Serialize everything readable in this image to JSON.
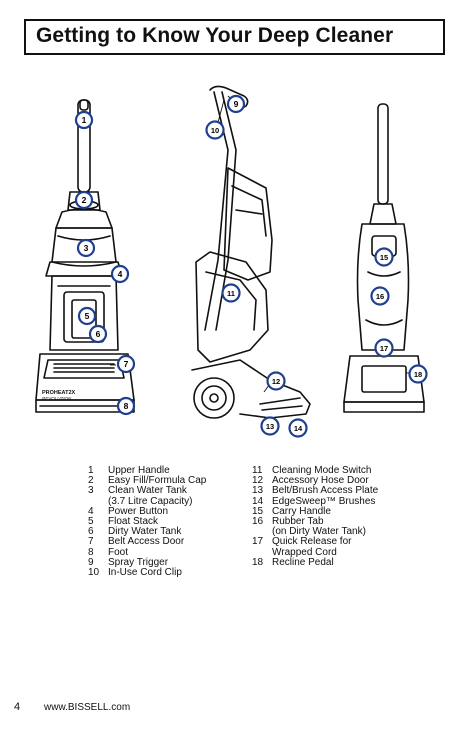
{
  "title": "Getting to Know Your Deep Cleaner",
  "legend_left": [
    {
      "n": "1",
      "t": "Upper Handle"
    },
    {
      "n": "2",
      "t": "Easy Fill/Formula Cap"
    },
    {
      "n": "3",
      "t": "Clean Water Tank"
    },
    {
      "n": "",
      "t": "(3.7 Litre Capacity)"
    },
    {
      "n": "4",
      "t": "Power Button"
    },
    {
      "n": "5",
      "t": "Float Stack"
    },
    {
      "n": "6",
      "t": "Dirty Water Tank"
    },
    {
      "n": "7",
      "t": "Belt Access Door"
    },
    {
      "n": "8",
      "t": "Foot"
    },
    {
      "n": "9",
      "t": "Spray Trigger"
    },
    {
      "n": "10",
      "t": "In-Use Cord Clip"
    }
  ],
  "legend_right": [
    {
      "n": "11",
      "t": "Cleaning Mode Switch"
    },
    {
      "n": "12",
      "t": "Accessory Hose Door"
    },
    {
      "n": "13",
      "t": "Belt/Brush Access Plate"
    },
    {
      "n": "14",
      "t": "EdgeSweep™ Brushes"
    },
    {
      "n": "15",
      "t": "Carry Handle"
    },
    {
      "n": "16",
      "t": "Rubber Tab"
    },
    {
      "n": "",
      "t": "(on Dirty Water Tank)"
    },
    {
      "n": "17",
      "t": "Quick Release for"
    },
    {
      "n": "",
      "t": "Wrapped Cord"
    },
    {
      "n": "18",
      "t": "Recline Pedal"
    }
  ],
  "callouts": [
    "1",
    "2",
    "3",
    "4",
    "5",
    "6",
    "7",
    "8",
    "9",
    "10",
    "11",
    "12",
    "13",
    "14",
    "15",
    "16",
    "17",
    "18"
  ],
  "brand_text": [
    "PROHEAT2X",
    "REVOLUTION"
  ],
  "page_number": "4",
  "website": "www.BISSELL.com",
  "colors": {
    "callout_fill": "#ffffff",
    "callout_stroke": "#1f3f8f",
    "line": "#111111"
  }
}
